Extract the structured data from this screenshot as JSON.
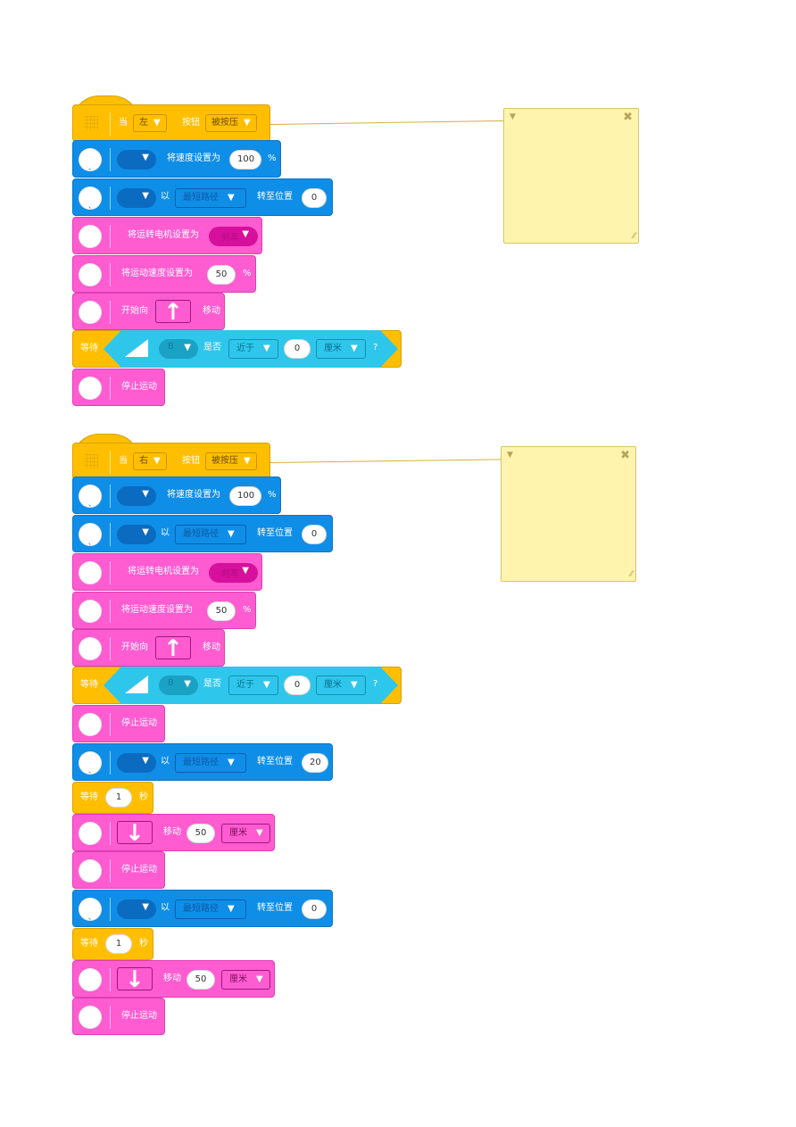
{
  "labels": {
    "when": "当",
    "button": "按钮",
    "set_speed": "将速度设置为",
    "percent": "%",
    "with": "以",
    "turn_to_position": "转至位置",
    "set_brake": "将运转电机设置为",
    "set_move_speed": "将运动速度设置为",
    "start_move": "开始向",
    "move": "移动",
    "wait": "等待",
    "is": "是否",
    "question": "?",
    "stop_move": "停止运动",
    "seconds": "秒"
  },
  "dropdowns": {
    "left": "左",
    "right": "右",
    "pressed": "被按压",
    "shortest": "最短路径",
    "brake": "刹车",
    "port_b": "B",
    "closer": "近于",
    "cm": "厘米"
  },
  "stack1": {
    "speed": "100",
    "position": "0",
    "move_speed": "50",
    "distance": "0"
  },
  "stack2": {
    "speed": "100",
    "position": "0",
    "move_speed": "50",
    "distance": "0",
    "position2": "20",
    "wait1": "1",
    "move1": "50",
    "position3": "0",
    "wait2": "1",
    "move2": "50"
  },
  "icons": {
    "arrow_up": "↑",
    "arrow_down": "↓",
    "dropdown": "▼",
    "close": "✖",
    "resize": "⁄⁄"
  },
  "colors": {
    "motor_blue": "#0f8ee8",
    "movement_pink": "#ff5cd1",
    "event_yellow": "#ffbf00",
    "sensor_cyan": "#2fc6ec",
    "note_yellow": "#fff4ad"
  }
}
